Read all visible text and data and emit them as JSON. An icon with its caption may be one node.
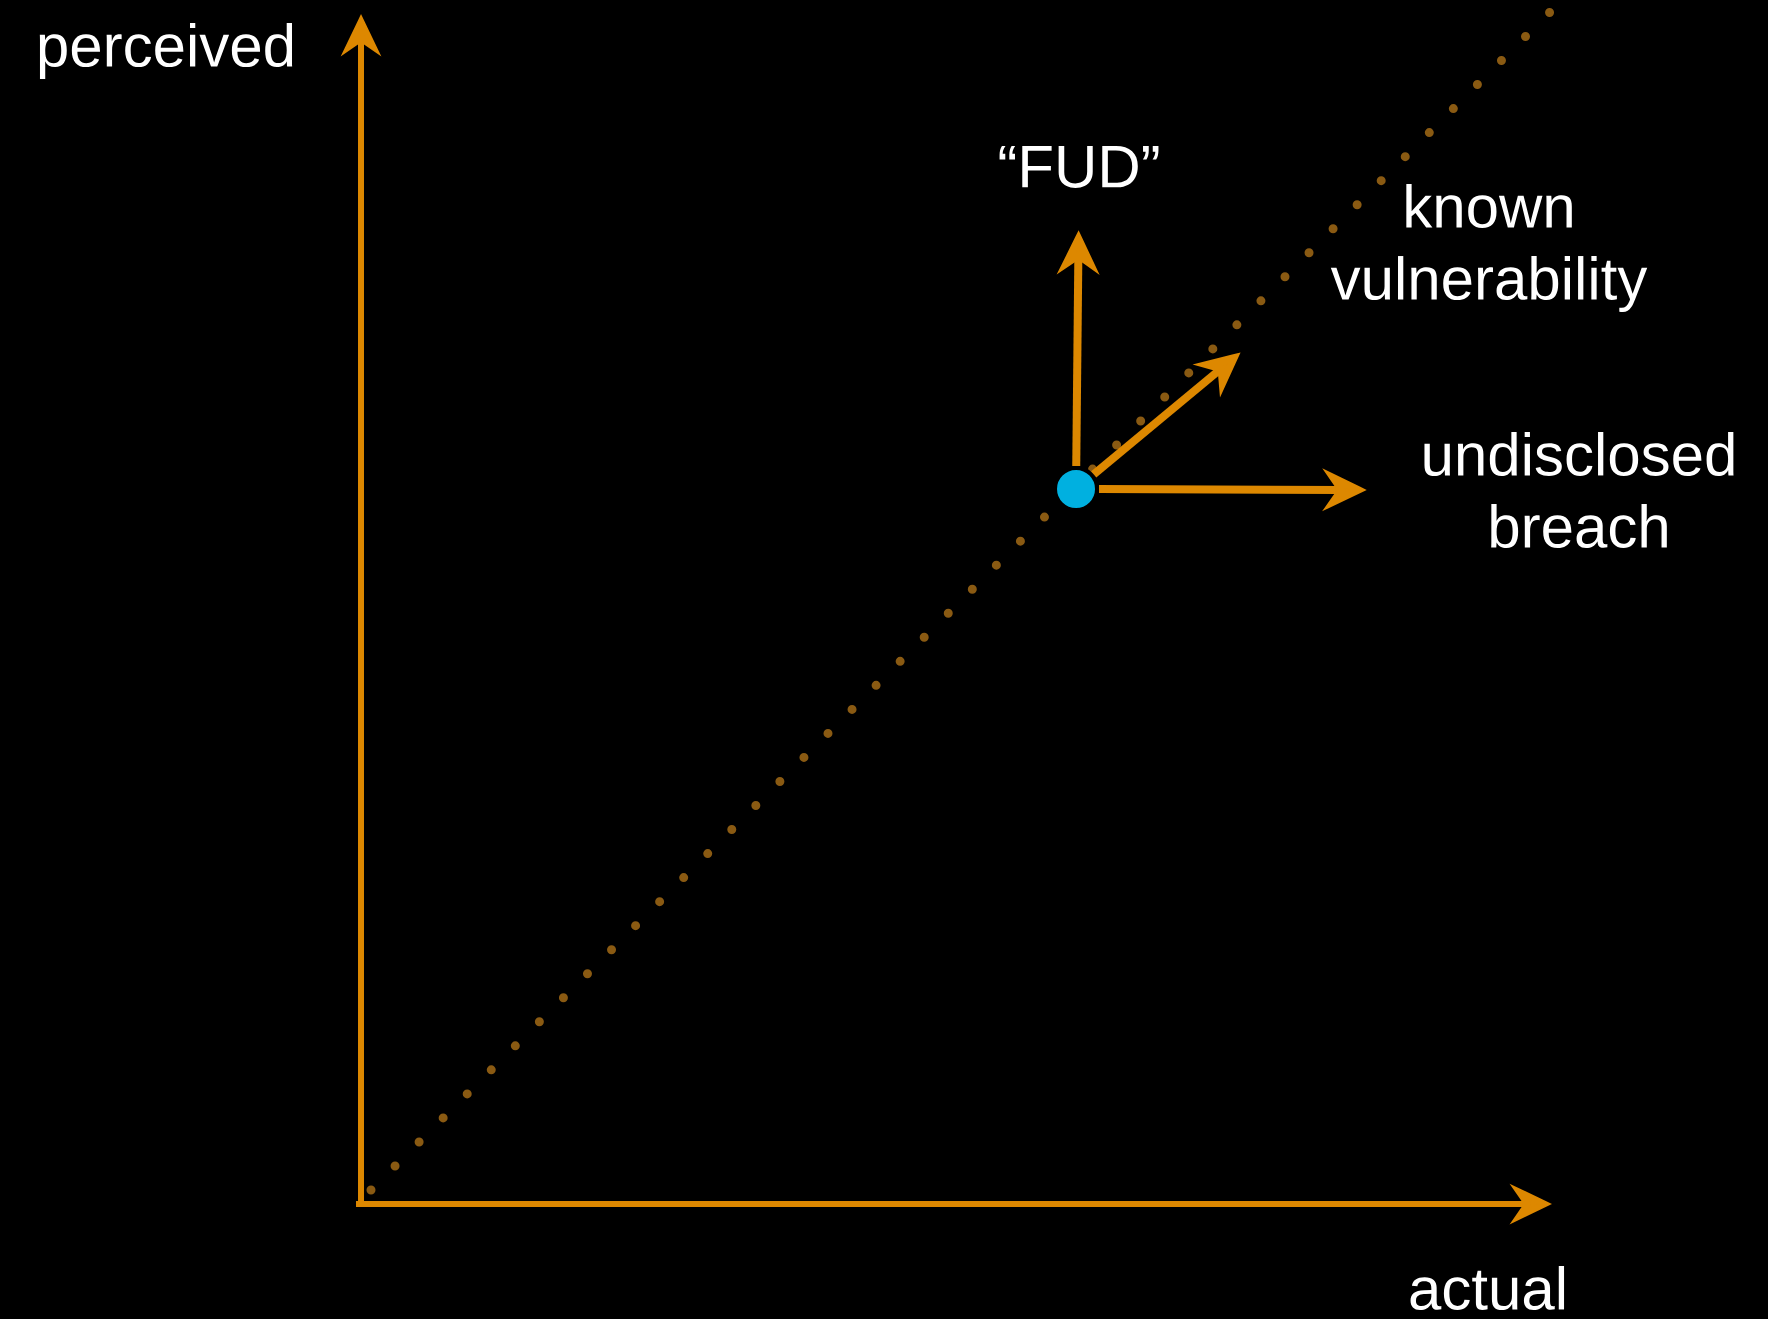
{
  "diagram": {
    "nodes": [
      {
        "text": [],
        "shape": "circle"
      },
      {
        "text": [
          "“FUD”"
        ]
      },
      {
        "text": [
          "known vulnerability"
        ]
      },
      {
        "text": [
          "undisclosed breach"
        ]
      }
    ],
    "edges": [
      {
        "from": 0,
        "to": 1,
        "arrow": "to"
      },
      {
        "from": 0,
        "to": 2,
        "arrow": "to"
      },
      {
        "from": 0,
        "to": 3,
        "arrow": "to"
      }
    ],
    "labels": [
      "perceived",
      "actual"
    ]
  }
}
